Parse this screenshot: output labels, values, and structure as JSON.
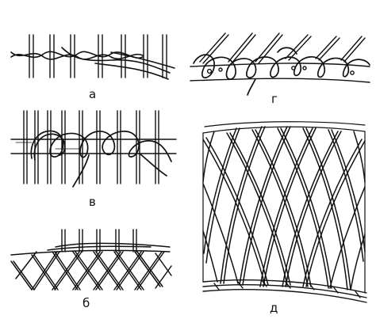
{
  "labels": {
    "a": "а",
    "v": "в",
    "b": "б",
    "g": "г",
    "d": "д"
  },
  "colors": {
    "ink": "#111111",
    "paper": "#ffffff"
  }
}
